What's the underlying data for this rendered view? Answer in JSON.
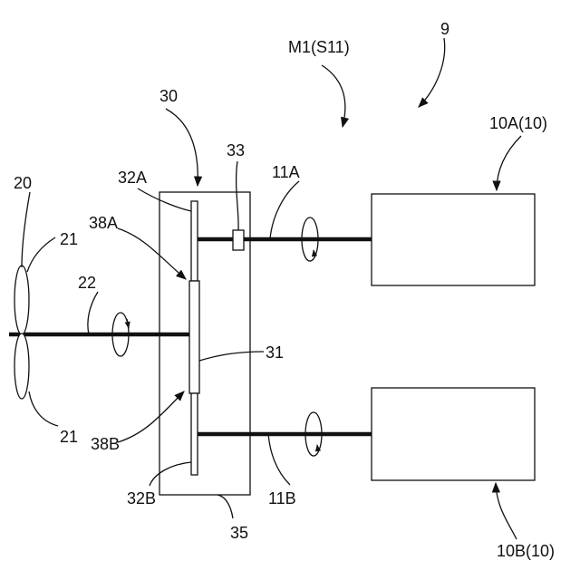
{
  "labels": {
    "system": "9",
    "mode": "M1(S11)",
    "gearbox": "30",
    "clutch": "33",
    "gear_a": "32A",
    "shaft_a": "11A",
    "generator_a": "10A(10)",
    "rotor": "20",
    "blade_top": "21",
    "blade_bottom": "21",
    "mesh_a": "38A",
    "rotor_shaft": "22",
    "main_gear": "31",
    "mesh_b": "38B",
    "gear_b": "32B",
    "shaft_b": "11B",
    "housing": "35",
    "generator_b": "10B(10)"
  },
  "colors": {
    "ink": "#111111",
    "background": "#ffffff"
  }
}
